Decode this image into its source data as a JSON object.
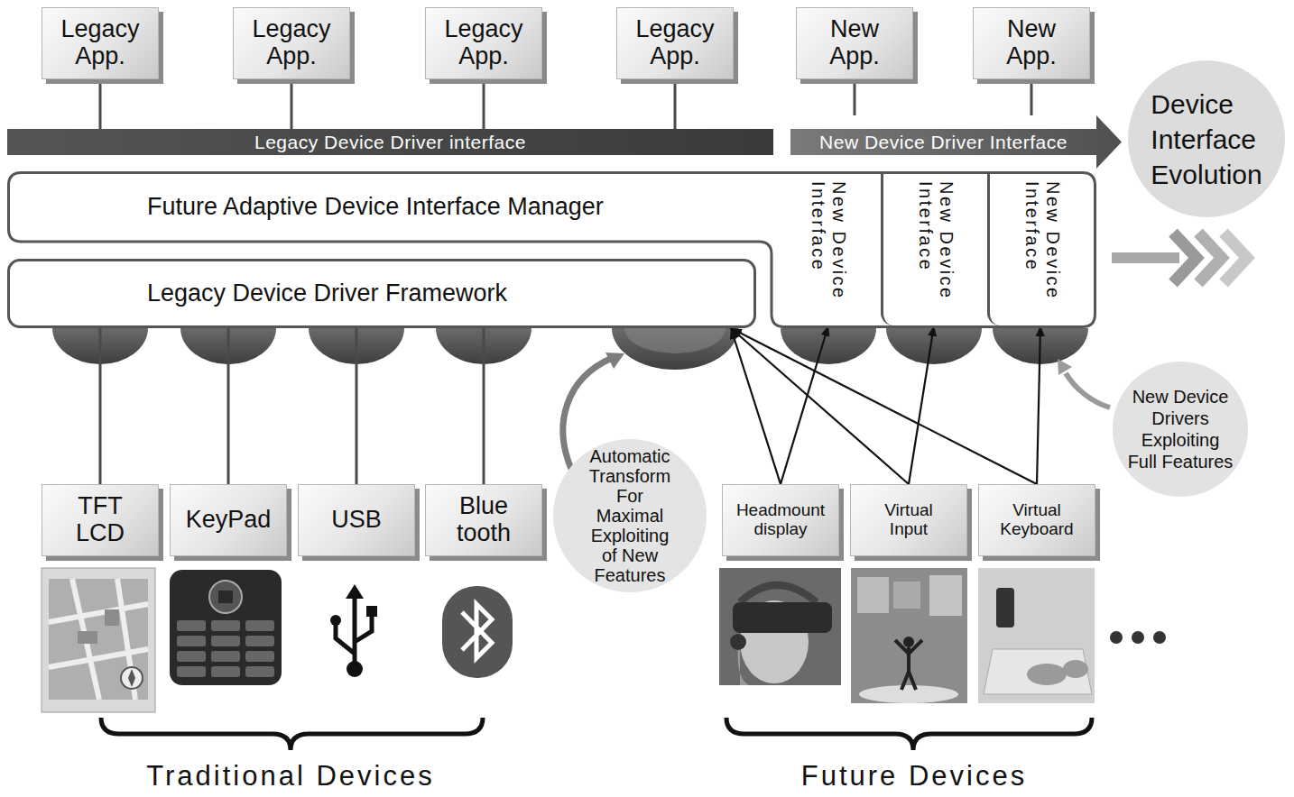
{
  "diagram": {
    "nodes": [
      {
        "text": [
          "Legacy App."
        ]
      },
      {
        "text": [
          "Legacy App."
        ]
      },
      {
        "text": [
          "Legacy App."
        ]
      },
      {
        "text": [
          "Legacy App."
        ]
      },
      {
        "text": [
          "New App."
        ]
      },
      {
        "text": [
          "New App."
        ]
      },
      {
        "text": [
          "Device Interface Evolution"
        ]
      },
      {
        "text": [
          "Legacy Device Driver interface"
        ]
      },
      {
        "text": [
          "New Device Driver Interface"
        ]
      },
      {
        "text": [
          "Future Adaptive Device Interface Manager"
        ]
      },
      {
        "text": [
          "New Device Interface"
        ],
        "in": 9
      },
      {
        "text": [
          "New Device Interface"
        ],
        "in": 9
      },
      {
        "text": [
          "New Device Interface"
        ],
        "in": 9
      },
      {
        "text": [
          "Legacy Device Driver Framework"
        ]
      },
      {
        "text": [
          "New Device Drivers Exploiting Full Features"
        ]
      },
      {
        "text": [
          "Automatic Transform For Maximal Exploiting of New Features"
        ]
      },
      {
        "text": [
          "TFT LCD"
        ]
      },
      {
        "text": [
          "KeyPad"
        ]
      },
      {
        "text": [
          "USB"
        ]
      },
      {
        "text": [
          "Blue tooth"
        ]
      },
      {
        "text": [
          "Headmount display"
        ]
      },
      {
        "text": [
          "Virtual Input"
        ]
      },
      {
        "text": [
          "Virtual Keyboard"
        ]
      }
    ],
    "edges": [
      {
        "from": 0,
        "to": 7,
        "arrow": "none"
      },
      {
        "from": 1,
        "to": 7,
        "arrow": "none"
      },
      {
        "from": 2,
        "to": 7,
        "arrow": "none"
      },
      {
        "from": 3,
        "to": 7,
        "arrow": "none"
      },
      {
        "from": 4,
        "to": 8,
        "arrow": "none"
      },
      {
        "from": 5,
        "to": 8,
        "arrow": "none"
      },
      {
        "from": 16,
        "to": 13,
        "arrow": "none"
      },
      {
        "from": 17,
        "to": 13,
        "arrow": "none"
      },
      {
        "from": 18,
        "to": 13,
        "arrow": "none"
      },
      {
        "from": 19,
        "to": 13,
        "arrow": "none"
      },
      {
        "from": 20,
        "to": 10,
        "arrow": "to"
      },
      {
        "from": 20,
        "to": 13,
        "arrow": "to"
      },
      {
        "from": 21,
        "to": 11,
        "arrow": "to"
      },
      {
        "from": 21,
        "to": 13,
        "arrow": "to"
      },
      {
        "from": 22,
        "to": 12,
        "arrow": "to"
      },
      {
        "from": 22,
        "to": 13,
        "arrow": "to"
      }
    ],
    "labels": [
      "Traditional Devices",
      "Future Devices"
    ]
  }
}
